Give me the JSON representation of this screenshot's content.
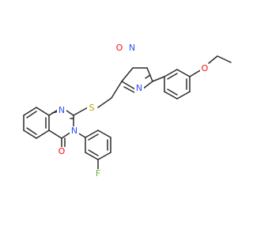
{
  "figure": {
    "atom_labels": {
      "n_quinazoline_top": "N",
      "n_quinazoline_bottom": "N",
      "s_thioether": "S",
      "o_oxadiazole": "O",
      "n_oxadiazole_top": "N",
      "n_oxadiazole_bottom": "N",
      "o_ether": "O",
      "o_carbonyl": "O",
      "f_fluoro": "F"
    },
    "colors": {
      "bond": "#2b2b2b",
      "nitrogen": "#3050f8",
      "oxygen": "#ff0d0d",
      "sulfur": "#b8a000",
      "fluorine": "#70b030"
    }
  }
}
